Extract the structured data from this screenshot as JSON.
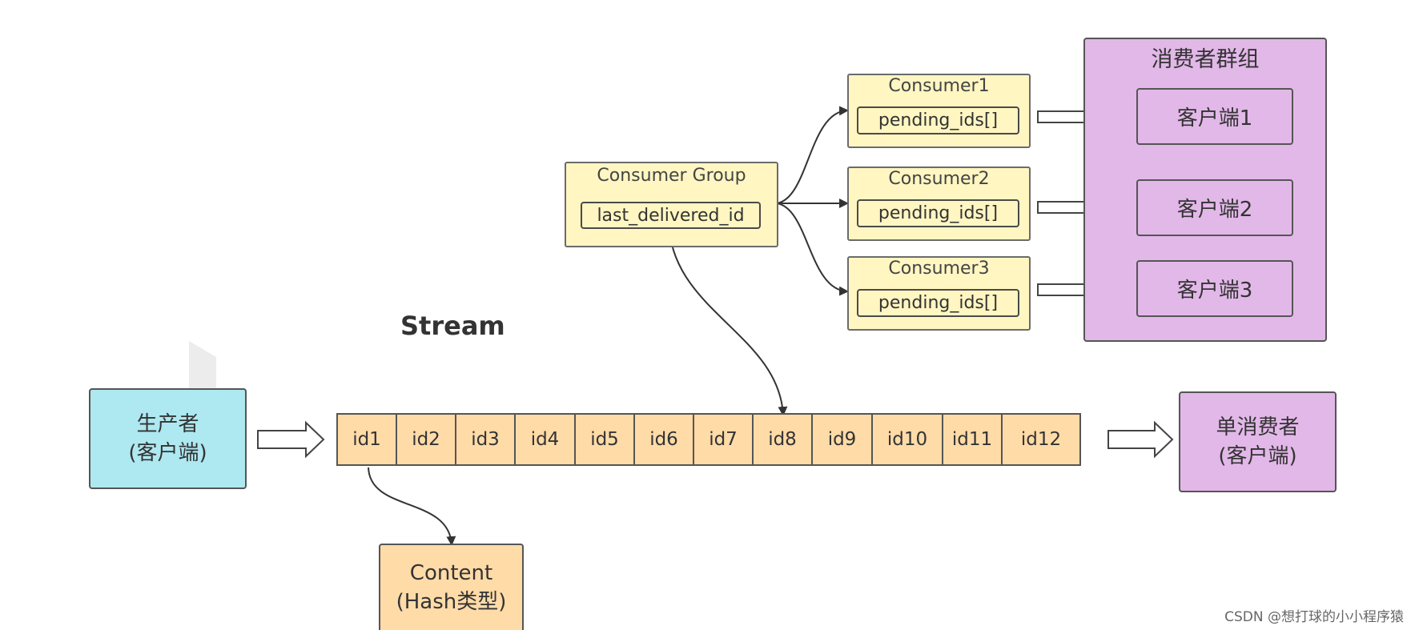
{
  "stream_title": "Stream",
  "producer": {
    "line1": "生产者",
    "line2": "(客户端)"
  },
  "stream_ids": [
    "id1",
    "id2",
    "id3",
    "id4",
    "id5",
    "id6",
    "id7",
    "id8",
    "id9",
    "id10",
    "id11",
    "id12"
  ],
  "content": {
    "line1": "Content",
    "line2": "(Hash类型)"
  },
  "consumer_group": {
    "title": "Consumer Group",
    "field": "last_delivered_id"
  },
  "consumers": [
    {
      "title": "Consumer1",
      "field": "pending_ids[]"
    },
    {
      "title": "Consumer2",
      "field": "pending_ids[]"
    },
    {
      "title": "Consumer3",
      "field": "pending_ids[]"
    }
  ],
  "client_group": {
    "title": "消费者群组",
    "clients": [
      "客户端1",
      "客户端2",
      "客户端3"
    ]
  },
  "single_consumer": {
    "line1": "单消费者",
    "line2": "(客户端)"
  },
  "watermark": "CSDN @想打球的小小程序猿",
  "colors": {
    "cyan": "#aee8f0",
    "yellow": "#fff6c2",
    "orange": "#ffdba8",
    "purple": "#e2b8e8"
  }
}
